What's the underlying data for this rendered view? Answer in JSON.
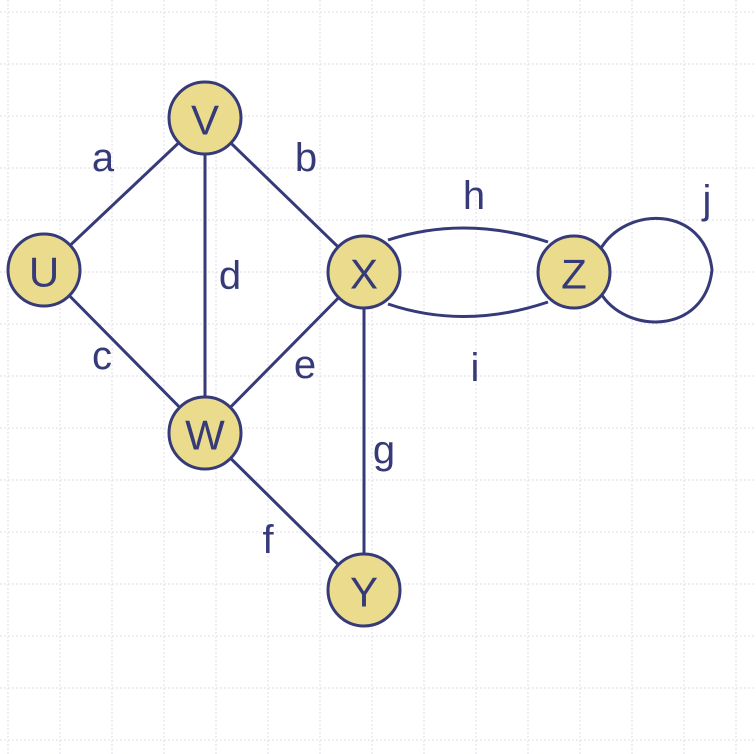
{
  "colors": {
    "node_fill": "#eadc8c",
    "stroke": "#363a78",
    "grid": "#dcdcea",
    "background": "#ffffff"
  },
  "nodes": {
    "U": "U",
    "V": "V",
    "W": "W",
    "X": "X",
    "Y": "Y",
    "Z": "Z"
  },
  "edges": {
    "a": "a",
    "b": "b",
    "c": "c",
    "d": "d",
    "e": "e",
    "f": "f",
    "g": "g",
    "h": "h",
    "i": "i",
    "j": "j"
  }
}
